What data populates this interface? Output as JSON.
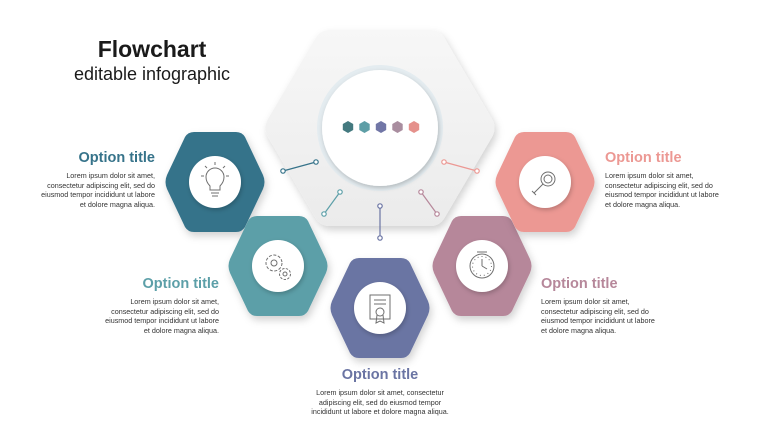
{
  "header": {
    "title": "Flowchart",
    "subtitle": "editable infographic"
  },
  "colors": {
    "teal_dark": "#36738a",
    "teal": "#5c9fa8",
    "slate": "#6a74a3",
    "mauve": "#b6879a",
    "salmon": "#ec9893",
    "hub": "#f4f4f4"
  },
  "hub_dots": [
    "#43797f",
    "#5e9ea6",
    "#7176a6",
    "#a98d9f",
    "#e5918c"
  ],
  "options": [
    {
      "title": "Option title",
      "desc_lines": [
        "Lorem ipsum dolor sit amet,",
        "consectetur adipiscing elit, sed do",
        "eiusmod tempor incididunt ut labore",
        "et dolore magna aliqua."
      ],
      "icon": "lightbulb-icon",
      "color": "#36738a"
    },
    {
      "title": "Option title",
      "desc_lines": [
        "Lorem ipsum dolor sit amet,",
        "consectetur adipiscing elit, sed do",
        "eiusmod tempor incididunt ut labore",
        "et dolore magna aliqua."
      ],
      "icon": "gears-icon",
      "color": "#5c9fa8"
    },
    {
      "title": "Option title",
      "desc_lines": [
        "Lorem ipsum dolor sit amet, consectetur",
        "adipiscing elit, sed do eiusmod tempor",
        "incididunt ut labore et dolore magna aliqua."
      ],
      "icon": "certificate-icon",
      "color": "#6a74a3"
    },
    {
      "title": "Option title",
      "desc_lines": [
        "Lorem ipsum dolor sit amet,",
        "consectetur adipiscing elit, sed do",
        "eiusmod tempor incididunt ut labore",
        "et dolore magna aliqua."
      ],
      "icon": "clock-icon",
      "color": "#b6879a"
    },
    {
      "title": "Option title",
      "desc_lines": [
        "Lorem ipsum dolor sit amet,",
        "consectetur adipiscing elit, sed do",
        "eiusmod tempor incididunt ut labore",
        "et dolore magna aliqua."
      ],
      "icon": "magnifier-icon",
      "color": "#ec9893"
    }
  ]
}
